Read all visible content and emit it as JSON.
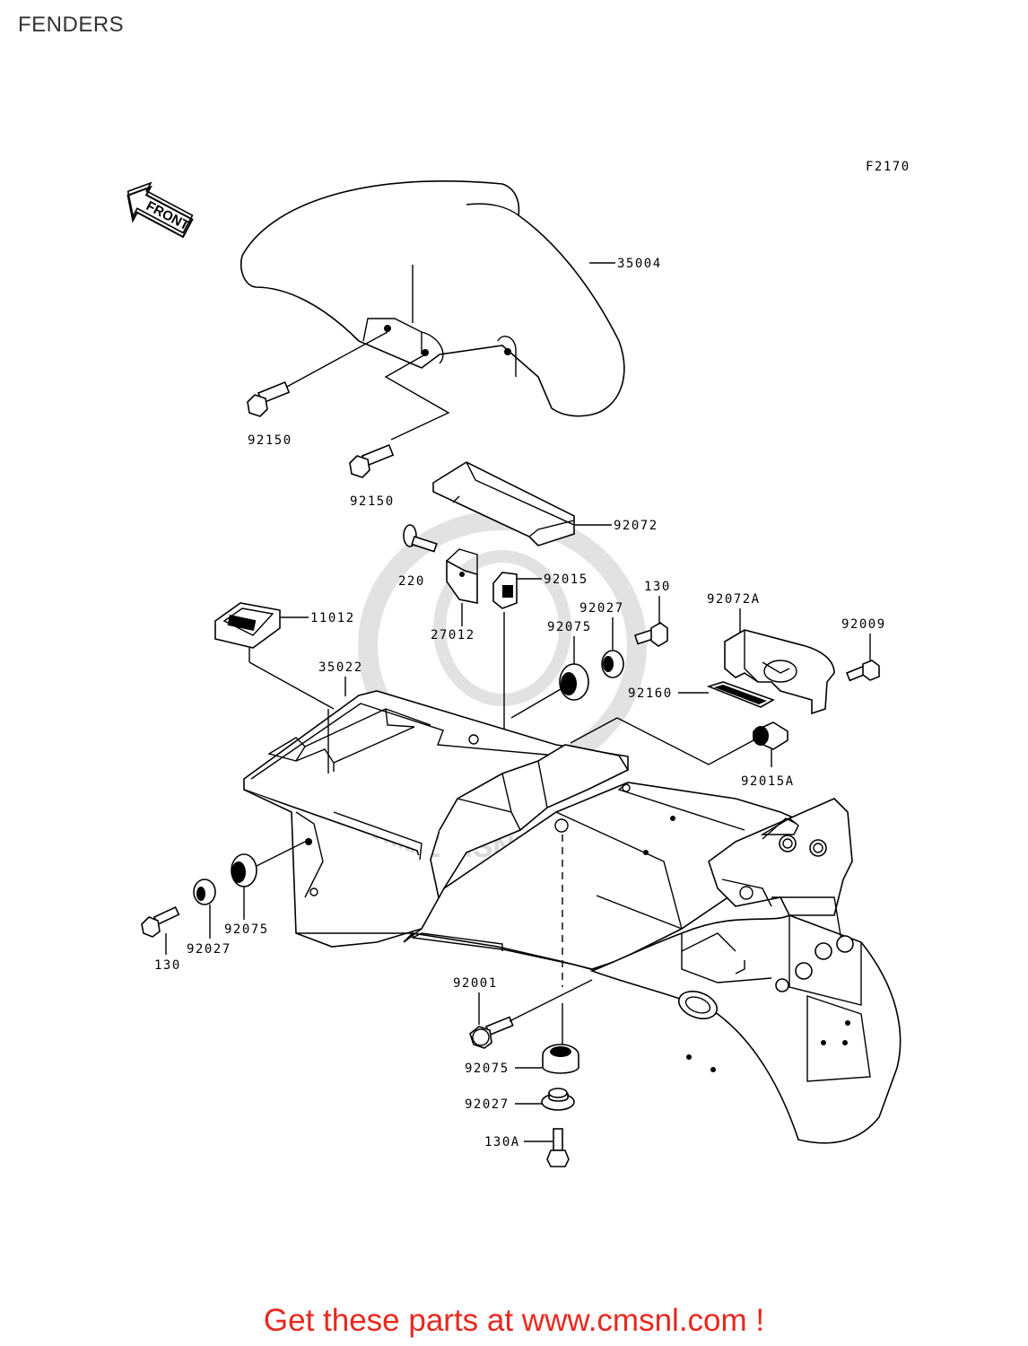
{
  "page": {
    "title": "FENDERS"
  },
  "diagram": {
    "figure_code": "F2170",
    "front_arrow_label": "FRONT",
    "watermark": "WWW.CMSNL.COM",
    "callouts": {
      "p35004": "35004",
      "p92150_a": "92150",
      "p92150_b": "92150",
      "p92072": "92072",
      "p220": "220",
      "p27012": "27012",
      "p92015": "92015",
      "p11012": "11012",
      "p92027_top": "92027",
      "p130_top": "130",
      "p92072A": "92072A",
      "p92009": "92009",
      "p92075_top": "92075",
      "p35022": "35022",
      "p92160": "92160",
      "p92015A": "92015A",
      "p92075_left": "92075",
      "p92027_left": "92027",
      "p130_left": "130",
      "p92001": "92001",
      "p92075_bottom": "92075",
      "p92027_bottom": "92027",
      "p130A": "130A"
    }
  },
  "footer": {
    "text": "Get these parts at www.cmsnl.com !"
  },
  "colors": {
    "footer_red": "#e8281e",
    "title_gray": "#333333",
    "watermark_gray": "#d9d9d9"
  }
}
